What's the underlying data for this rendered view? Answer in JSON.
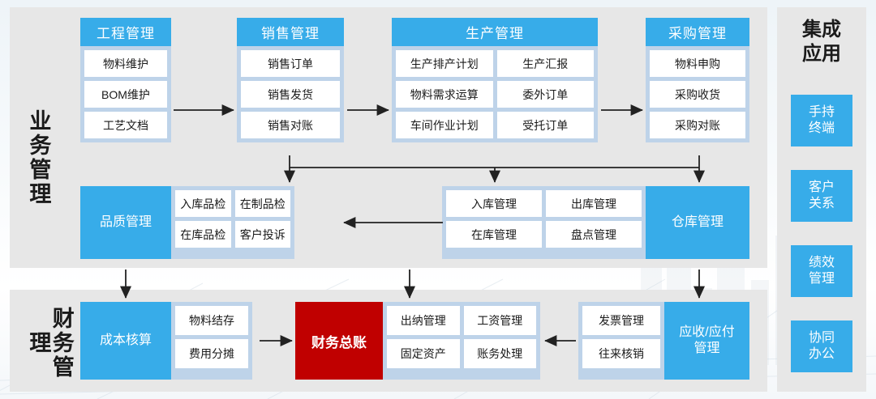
{
  "sections": {
    "business": {
      "label": "业务管理"
    },
    "finance": {
      "label": "财务管理"
    }
  },
  "colors": {
    "header_blue": "#37ace9",
    "container_light_blue": "#bed3e9",
    "panel_grey": "#e7e7e7",
    "accent_red": "#c00000",
    "cell_white": "#ffffff",
    "text_dark": "#1a1a1a"
  },
  "business_modules": [
    {
      "id": "engineering",
      "title": "工程管理",
      "rows": [
        [
          "物料维护"
        ],
        [
          "BOM维护"
        ],
        [
          "工艺文档"
        ]
      ]
    },
    {
      "id": "sales",
      "title": "销售管理",
      "rows": [
        [
          "销售订单"
        ],
        [
          "销售发货"
        ],
        [
          "销售对账"
        ]
      ]
    },
    {
      "id": "production",
      "title": "生产管理",
      "rows": [
        [
          "生产排产计划",
          "生产汇报"
        ],
        [
          "物料需求运算",
          "委外订单"
        ],
        [
          "车间作业计划",
          "受托订单"
        ]
      ]
    },
    {
      "id": "purchasing",
      "title": "采购管理",
      "rows": [
        [
          "物料申购"
        ],
        [
          "采购收货"
        ],
        [
          "采购对账"
        ]
      ]
    }
  ],
  "business_split_modules": [
    {
      "id": "quality",
      "title": "品质管理",
      "side": "left",
      "rows": [
        [
          "入库品检",
          "在制品检"
        ],
        [
          "在库品检",
          "客户投诉"
        ]
      ]
    },
    {
      "id": "warehouse",
      "title": "仓库管理",
      "side": "right",
      "rows": [
        [
          "入库管理",
          "出库管理"
        ],
        [
          "在库管理",
          "盘点管理"
        ]
      ]
    }
  ],
  "finance_modules": [
    {
      "id": "cost-accounting",
      "title": "成本核算",
      "side": "left",
      "rows": [
        [
          "物料结存"
        ],
        [
          "费用分摊"
        ]
      ]
    },
    {
      "id": "general-ledger",
      "title": "财务总账",
      "style": "red"
    },
    {
      "id": "ledger-detail",
      "title": "",
      "side": "none",
      "rows": [
        [
          "出纳管理",
          "工资管理"
        ],
        [
          "固定资产",
          "账务处理"
        ]
      ]
    },
    {
      "id": "receivable-payable",
      "title": "应收/应付\n管理",
      "side": "right",
      "rows": [
        [
          "发票管理"
        ],
        [
          "往来核销"
        ]
      ]
    }
  ],
  "sidebar": {
    "title": "集成\n应用",
    "buttons": [
      {
        "id": "handheld-terminal",
        "label": "手持\n终端"
      },
      {
        "id": "customer-relationship",
        "label": "客户\n关系"
      },
      {
        "id": "performance-management",
        "label": "绩效\n管理"
      },
      {
        "id": "collaborative-office",
        "label": "协同\n办公"
      }
    ]
  },
  "labels": {
    "engineering_title": "工程管理",
    "sales_title": "销售管理",
    "production_title": "生产管理",
    "purchasing_title": "采购管理",
    "quality_title": "品质管理",
    "warehouse_title": "仓库管理",
    "cost_title": "成本核算",
    "ledger_title": "财务总账",
    "ap_ar_title_line1": "应收/应付",
    "ap_ar_title_line2": "管理",
    "sidebar_title_line1": "集成",
    "sidebar_title_line2": "应用",
    "eng_c1": "物料维护",
    "eng_c2": "BOM维护",
    "eng_c3": "工艺文档",
    "sal_c1": "销售订单",
    "sal_c2": "销售发货",
    "sal_c3": "销售对账",
    "pro_c1": "生产排产计划",
    "pro_c2": "生产汇报",
    "pro_c3": "物料需求运算",
    "pro_c4": "委外订单",
    "pro_c5": "车间作业计划",
    "pro_c6": "受托订单",
    "pur_c1": "物料申购",
    "pur_c2": "采购收货",
    "pur_c3": "采购对账",
    "qua_c1": "入库品检",
    "qua_c2": "在制品检",
    "qua_c3": "在库品检",
    "qua_c4": "客户投诉",
    "war_c1": "入库管理",
    "war_c2": "出库管理",
    "war_c3": "在库管理",
    "war_c4": "盘点管理",
    "cost_c1": "物料结存",
    "cost_c2": "费用分摊",
    "led_c1": "出纳管理",
    "led_c2": "工资管理",
    "led_c3": "固定资产",
    "led_c4": "账务处理",
    "apar_c1": "发票管理",
    "apar_c2": "往来核销",
    "side_b1_l1": "手持",
    "side_b1_l2": "终端",
    "side_b2_l1": "客户",
    "side_b2_l2": "关系",
    "side_b3_l1": "绩效",
    "side_b3_l2": "管理",
    "side_b4_l1": "协同",
    "side_b4_l2": "办公"
  }
}
